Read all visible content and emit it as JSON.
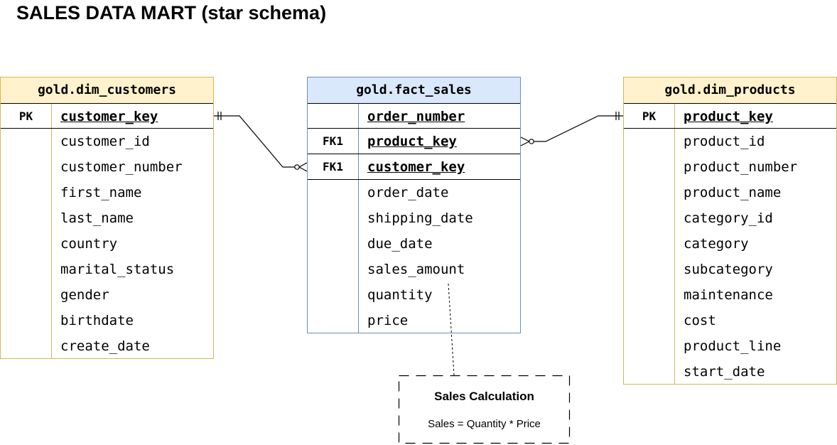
{
  "title": "SALES DATA MART (star schema)",
  "tables": {
    "dim_customers": {
      "name": "gold.dim_customers",
      "rows": [
        {
          "key": "PK",
          "name": "customer_key"
        },
        {
          "key": "",
          "name": "customer_id"
        },
        {
          "key": "",
          "name": "customer_number"
        },
        {
          "key": "",
          "name": "first_name"
        },
        {
          "key": "",
          "name": "last_name"
        },
        {
          "key": "",
          "name": "country"
        },
        {
          "key": "",
          "name": "marital_status"
        },
        {
          "key": "",
          "name": "gender"
        },
        {
          "key": "",
          "name": "birthdate"
        },
        {
          "key": "",
          "name": "create_date"
        }
      ]
    },
    "fact_sales": {
      "name": "gold.fact_sales",
      "rows": [
        {
          "key": "",
          "name": "order_number"
        },
        {
          "key": "FK1",
          "name": "product_key"
        },
        {
          "key": "FK1",
          "name": "customer_key"
        },
        {
          "key": "",
          "name": "order_date"
        },
        {
          "key": "",
          "name": "shipping_date"
        },
        {
          "key": "",
          "name": "due_date"
        },
        {
          "key": "",
          "name": "sales_amount"
        },
        {
          "key": "",
          "name": "quantity"
        },
        {
          "key": "",
          "name": "price"
        }
      ]
    },
    "dim_products": {
      "name": "gold.dim_products",
      "rows": [
        {
          "key": "PK",
          "name": "product_key"
        },
        {
          "key": "",
          "name": "product_id"
        },
        {
          "key": "",
          "name": "product_number"
        },
        {
          "key": "",
          "name": "product_name"
        },
        {
          "key": "",
          "name": "category_id"
        },
        {
          "key": "",
          "name": "category"
        },
        {
          "key": "",
          "name": "subcategory"
        },
        {
          "key": "",
          "name": "maintenance"
        },
        {
          "key": "",
          "name": "cost"
        },
        {
          "key": "",
          "name": "product_line"
        },
        {
          "key": "",
          "name": "start_date"
        }
      ]
    }
  },
  "note": {
    "title": "Sales Calculation",
    "body": "Sales = Quantity * Price"
  },
  "colors": {
    "dim_border": "#d6b656",
    "dim_header": "#fff2cc",
    "fact_border": "#6c8ebf",
    "fact_header": "#dae8fc"
  }
}
